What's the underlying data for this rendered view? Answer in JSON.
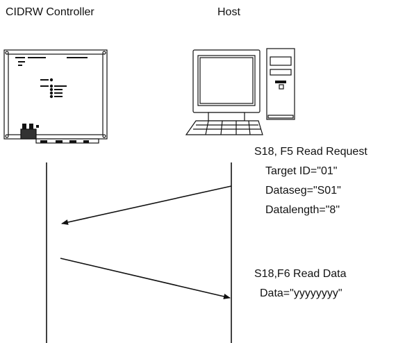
{
  "participants": {
    "left": "CIDRW Controller",
    "right": "Host"
  },
  "messages": [
    {
      "direction": "host-to-controller",
      "lines": [
        "S18, F5 Read Request",
        "Target ID=\"01\"",
        "Dataseg=\"S01\"",
        "Datalength=\"8\""
      ]
    },
    {
      "direction": "controller-to-host",
      "lines": [
        "S18,F6 Read Data",
        "Data=\"yyyyyyyy\""
      ]
    }
  ],
  "icons": {
    "left": "controller-device-icon",
    "right": "desktop-computer-icon"
  }
}
